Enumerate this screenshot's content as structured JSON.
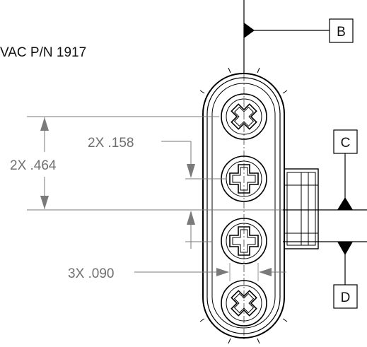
{
  "title": "VAC P/N 1917",
  "datums": {
    "b": "B",
    "c": "C",
    "d": "D"
  },
  "dimensions": {
    "pitch": "2X .464",
    "offset": "2X .158",
    "gap": "3X .090"
  }
}
